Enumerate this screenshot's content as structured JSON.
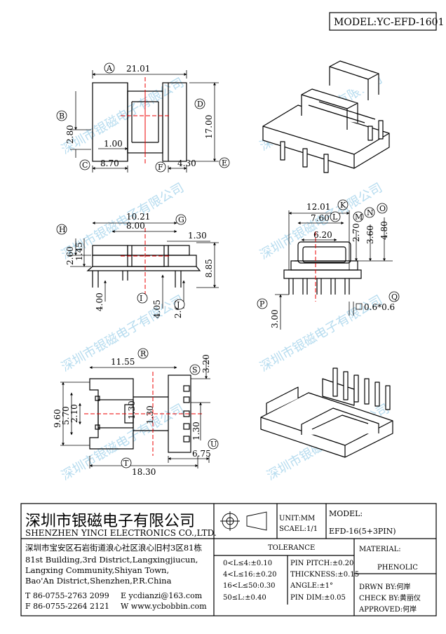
{
  "model_header": "MODEL:YC-EFD-1601",
  "watermark": "深圳市银磁电子有限公司",
  "view1": {
    "dims": {
      "width": "21.01",
      "height": "17.00",
      "left": "8.70",
      "right": "4.30",
      "mid": "1.00",
      "small": "2.80"
    },
    "markers": [
      "A",
      "B",
      "C",
      "D",
      "E",
      "F"
    ]
  },
  "view2": {
    "dims": {
      "top": "10.21",
      "inner": "8.00",
      "tab": "1.30",
      "step": "2.60",
      "flange": "1.45",
      "height": "8.85",
      "pin": "4.00",
      "i": "4.05",
      "j": "2.60"
    },
    "markers": [
      "G",
      "H",
      "I",
      "J"
    ]
  },
  "view3": {
    "dims": {
      "top": "12.01",
      "mid": "7.60",
      "inner": "6.20",
      "m": "2.70",
      "n": "3.60",
      "o": "4.80",
      "pin": "3.00",
      "pin_dim": "0.6*0.6"
    },
    "markers": [
      "K",
      "L",
      "M",
      "N",
      "O",
      "P",
      "Q"
    ]
  },
  "view4": {
    "dims": {
      "top": "11.55",
      "s": "3.20",
      "h1": "9.60",
      "h2": "5.70",
      "h3": "2.10",
      "pitch_a": "1.30",
      "pitch_b": "1.30",
      "pitch_c": "1.30",
      "width": "18.30",
      "u": "6.75"
    },
    "markers": [
      "R",
      "S",
      "T",
      "U"
    ]
  },
  "company": {
    "name_cn": "深圳市银磁电子有限公司",
    "name_en": "SHENZHEN YINCI ELECTRONICS CO.,LTD.",
    "address_cn": "深圳市宝安区石岩街道浪心社区浪心旧村3区81栋",
    "address_en": [
      "81st Building,3rd District,Langxingjiucun,",
      "Langxing Community,Shiyan Town,",
      "Bao'An District,Shenzhen,P.R.China"
    ],
    "tel": "T 86-0755-2763 2099",
    "fax": "F 86-0755-2264 2121",
    "email": "E ycdianzi@163.com",
    "web": "W www.ycbobbin.com"
  },
  "title_block": {
    "unit": "UNIT:MM",
    "scale": "SCAEL:1/1",
    "model_label": "MODEL:",
    "model_value": "EFD-16(5+3PIN)",
    "tolerance_title": "TOLERANCE",
    "tolerance": [
      "0<L≤4:±0.10",
      "4<L≤16:±0.20",
      "16<L≤50:0.30",
      "50≤L:±0.40"
    ],
    "pin": [
      "PIN PITCH:±0.20",
      "THICKNESS:±0.15",
      "ANGLE:±1°",
      "PIN DIM:±0.05"
    ],
    "material_label": "MATERIAL:",
    "material_value": "PHENOLIC",
    "drawn": "DRWN BY:何岸",
    "check": "CHECK BY:黄丽仪",
    "approved": "APPROVED:何岸"
  }
}
